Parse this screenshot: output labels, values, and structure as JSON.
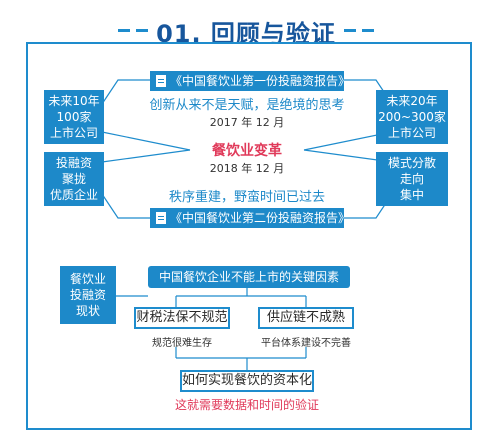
{
  "header": {
    "title": "01. 回顾与验证"
  },
  "report1": "《中国餐饮业第一份投融资报告》",
  "report2": "《中国餐饮业第二份投融资报告》",
  "left_top": [
    "未来10年",
    "100家",
    "上市公司"
  ],
  "left_bottom": [
    "投融资",
    "聚拢",
    "优质企业"
  ],
  "right_top": [
    "未来20年",
    "200~300家",
    "上市公司"
  ],
  "right_bottom": [
    "模式分散",
    "走向",
    "集中"
  ],
  "center": {
    "quote1": "创新从来不是天赋，是绝境的思考",
    "date1": "2017 年 12 月",
    "highlight": "餐饮业变革",
    "date2": "2018 年 12 月",
    "quote2": "秩序重建，野蛮时间已过去"
  },
  "lower": {
    "side_label": [
      "餐饮业",
      "投融资",
      "现状"
    ],
    "key_factor": "中国餐饮企业不能上市的关键因素",
    "factor1": "财税法保不规范",
    "factor1_note": "规范很难生存",
    "factor2": "供应链不成熟",
    "factor2_note": "平台体系建设不完善",
    "question": "如何实现餐饮的资本化",
    "answer": "这就需要数据和时间的验证"
  },
  "colors": {
    "primary": "#1d89c9",
    "title": "#17569c",
    "accent_red": "#e03a5a"
  }
}
